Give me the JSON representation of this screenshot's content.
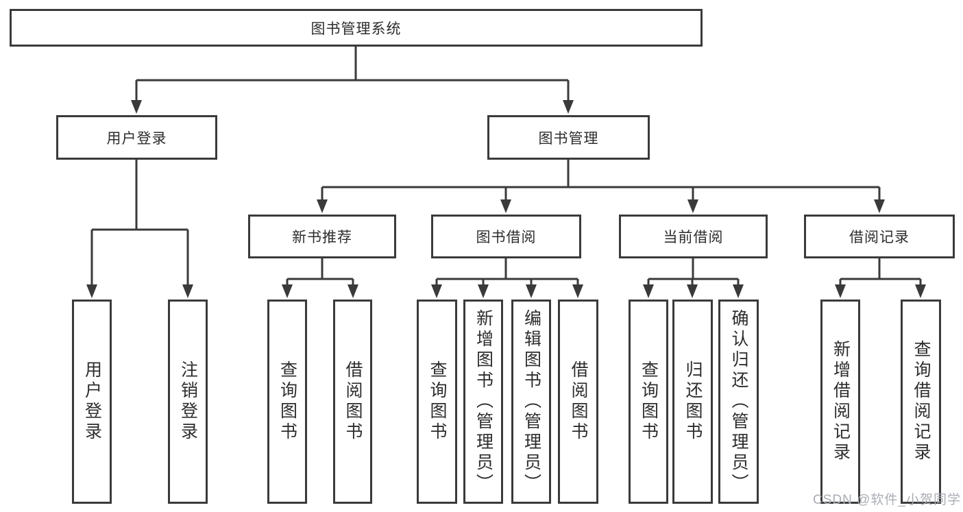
{
  "colors": {
    "line": "#3a3a3a",
    "text": "#2d2d2d",
    "box_fill": "#ffffff",
    "watermark": "#a9adb3"
  },
  "watermark": {
    "text": "CSDN @软件_小贺同学"
  },
  "tree": {
    "label": "图书管理系统",
    "children": [
      {
        "label": "用户登录",
        "children": [
          {
            "label": "用户登录"
          },
          {
            "label": "注销登录"
          }
        ]
      },
      {
        "label": "图书管理",
        "children": [
          {
            "label": "新书推荐",
            "children": [
              {
                "label": "查询图书"
              },
              {
                "label": "借阅图书"
              }
            ]
          },
          {
            "label": "图书借阅",
            "children": [
              {
                "label": "查询图书"
              },
              {
                "label": "新增图书（管理员）"
              },
              {
                "label": "编辑图书（管理员）"
              },
              {
                "label": "借阅图书"
              }
            ]
          },
          {
            "label": "当前借阅",
            "children": [
              {
                "label": "查询图书"
              },
              {
                "label": "归还图书"
              },
              {
                "label": "确认归还（管理员）"
              }
            ]
          },
          {
            "label": "借阅记录",
            "children": [
              {
                "label": "新增借阅记录"
              },
              {
                "label": "查询借阅记录"
              }
            ]
          }
        ]
      }
    ]
  }
}
